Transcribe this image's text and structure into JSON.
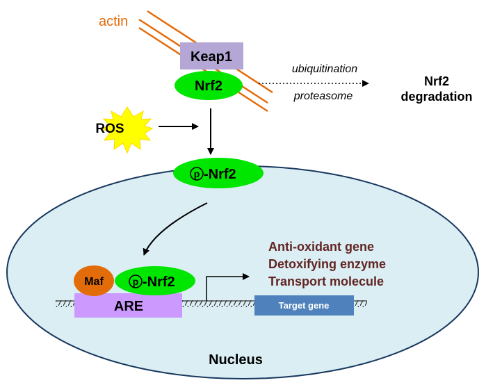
{
  "labels": {
    "actin": "actin",
    "keap1": "Keap1",
    "nrf2": "Nrf2",
    "ubiquitination": "ubiquitination",
    "proteasome": "proteasome",
    "degradation_line1": "Nrf2",
    "degradation_line2": "degradation",
    "ros": "ROS",
    "p_nrf2_top_symbol": "p",
    "p_nrf2_top_label": "-Nrf2",
    "maf": "Maf",
    "p_nrf2_bottom_symbol": "p",
    "p_nrf2_bottom_label": "-Nrf2",
    "are": "ARE",
    "target_gene": "Target gene",
    "gene_products": [
      "Anti-oxidant gene",
      "Detoxifying enzyme",
      "Transport molecule"
    ],
    "nucleus": "Nucleus"
  },
  "colors": {
    "actin": "#E46C0A",
    "keap1": "#B4A7D6",
    "nrf2": "#00E600",
    "ros": "#FFFF00",
    "maf": "#E36C0A",
    "are": "#CC99FF",
    "target_gene": "#4F81BD",
    "nucleus_fill": "#DAEEF3",
    "nucleus_stroke": "#17375E",
    "gene_products": "#632523"
  }
}
